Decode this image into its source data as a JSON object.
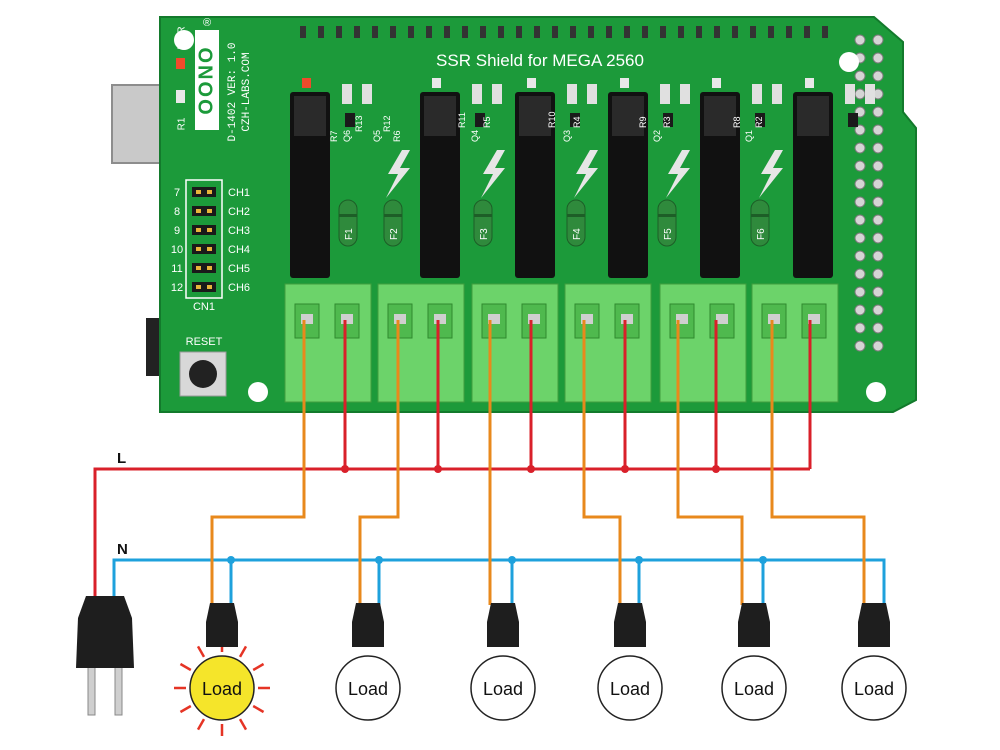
{
  "board": {
    "title": "SSR Shield for MEGA 2560",
    "brand": "OONO",
    "registered": "®",
    "model": "D-1402 VER: 1.0",
    "website": "CZH-LABS.COM",
    "pwr_label": "PWR",
    "reset_label": "RESET",
    "connector_label": "CN1",
    "fuse_labels": [
      "F1",
      "F2",
      "F3",
      "F4",
      "F5",
      "F6"
    ],
    "resistor_labels": [
      "R7",
      "Q6",
      "R13",
      "Q5",
      "R12",
      "R6",
      "R11",
      "Q4",
      "R5",
      "R10",
      "Q3",
      "R4",
      "R9",
      "Q2",
      "R3",
      "R8",
      "Q1",
      "R2"
    ],
    "r1_label": "R1",
    "pins": [
      {
        "num": "7",
        "ch": "CH1"
      },
      {
        "num": "8",
        "ch": "CH2"
      },
      {
        "num": "9",
        "ch": "CH3"
      },
      {
        "num": "10",
        "ch": "CH4"
      },
      {
        "num": "11",
        "ch": "CH5"
      },
      {
        "num": "12",
        "ch": "CH6"
      }
    ]
  },
  "wiring": {
    "line_label": "L",
    "neutral_label": "N",
    "line_color": "#d9202a",
    "neutral_color": "#1ea1dc",
    "load_wire_color": "#e8891c"
  },
  "loads": [
    {
      "label": "Load",
      "state": "on"
    },
    {
      "label": "Load",
      "state": "off"
    },
    {
      "label": "Load",
      "state": "off"
    },
    {
      "label": "Load",
      "state": "off"
    },
    {
      "label": "Load",
      "state": "off"
    },
    {
      "label": "Load",
      "state": "off"
    }
  ],
  "colors": {
    "pcb": "#1c9a3a",
    "pcb_dark": "#137a2c",
    "terminal": "#6cd36a",
    "relay": "#111111",
    "load_on": "#f5e52a",
    "glow": "#e53425"
  }
}
